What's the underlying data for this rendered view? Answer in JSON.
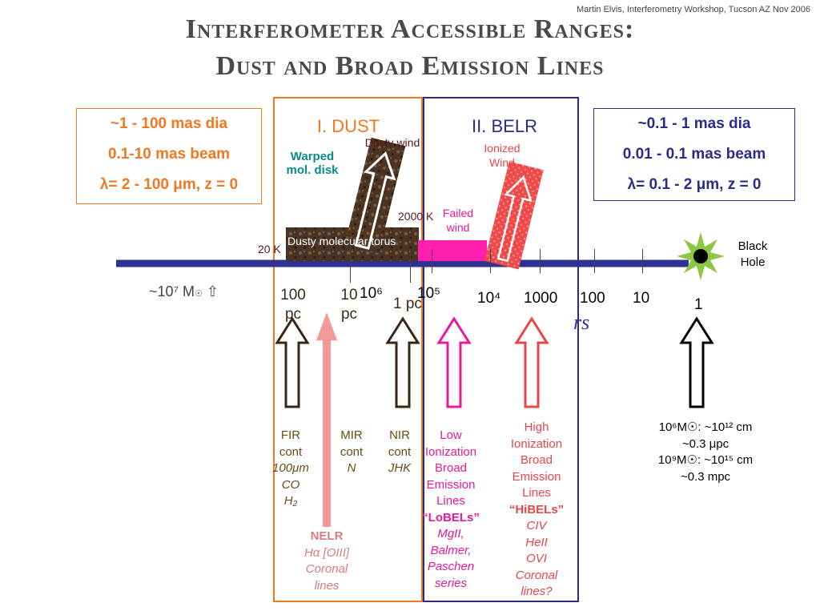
{
  "header": {
    "credit": "Martin Elvis, Interferometry Workshop, Tucson AZ Nov 2006",
    "title_line1": "Interferometer Accessible Ranges:",
    "title_line2": "Dust and Broad Emission Lines"
  },
  "left_box": {
    "line1": "~1 - 100 mas dia",
    "line2": "0.1-10 mas beam",
    "line3": "λ= 2 - 100 μm, z = 0",
    "color": "#f07820"
  },
  "right_box": {
    "line1": "~0.1 - 1 mas dia",
    "line2": "0.01 - 0.1 mas beam",
    "line3": "λ= 0.1 - 2 μm, z = 0",
    "color": "#2b2b8c"
  },
  "dust_region": {
    "title": "I. DUST",
    "color": "#f07820",
    "dusty_wind": "Dusty wind",
    "warped_disk": "Warped\nmol. disk",
    "torus_label": "Dusty molecular torus",
    "temp_20k": "20 K",
    "temp_2000k": "2000 K"
  },
  "belr_region": {
    "title": "II. BELR",
    "color": "#2b2b8c",
    "ionized_wind": "Ionized\nWind",
    "failed_wind": "Failed\nwind"
  },
  "axis": {
    "mass_label": "~10⁷ M",
    "black_hole": "Black\nHole",
    "rs_label": "rs",
    "pc_ticks": [
      "100\npc",
      "10\npc",
      "1 pc"
    ],
    "rs_ticks": [
      "10⁶",
      "10⁵",
      "10⁴",
      "1000",
      "100",
      "10",
      "1"
    ]
  },
  "bands": {
    "fir": {
      "l1": "FIR",
      "l2": "cont",
      "l3": "100μm",
      "l4": "CO",
      "l5": "H₂"
    },
    "mir": {
      "l1": "MIR",
      "l2": "cont",
      "l3": "N"
    },
    "nir": {
      "l1": "NIR",
      "l2": "cont",
      "l3": "JHK"
    },
    "nelr": {
      "l1": "NELR",
      "l2": "Hα [OIII]",
      "l3": "Coronal",
      "l4": "lines"
    },
    "lobel": {
      "l1": "Low",
      "l2": "Ionization",
      "l3": "Broad",
      "l4": "Emission",
      "l5": "Lines",
      "l6": "“LoBELs”",
      "l7": "MgII,",
      "l8": "Balmer,",
      "l9": "Paschen",
      "l10": "series"
    },
    "hibel": {
      "l1": "High",
      "l2": "Ionization",
      "l3": "Broad",
      "l4": "Emission",
      "l5": "Lines",
      "l6": "“HiBELs”",
      "l7": "CIV",
      "l8": "HeII",
      "l9": "OVI",
      "l10": "Coronal",
      "l11": "lines?"
    },
    "bh": {
      "l1": "10⁶M☉: ~10¹² cm",
      "l2": "~0.3 μpc",
      "l3": "10⁹M☉: ~10¹⁵ cm",
      "l4": "~0.3 mpc"
    }
  },
  "colors": {
    "axis": "#2e3192",
    "lobel": "#e6199b",
    "hibel": "#e8454a",
    "nelr": "#f4999a",
    "dark_arrow": "#3a2516",
    "bh_star": "#8dc63f",
    "teal": "#0a8a8a"
  }
}
